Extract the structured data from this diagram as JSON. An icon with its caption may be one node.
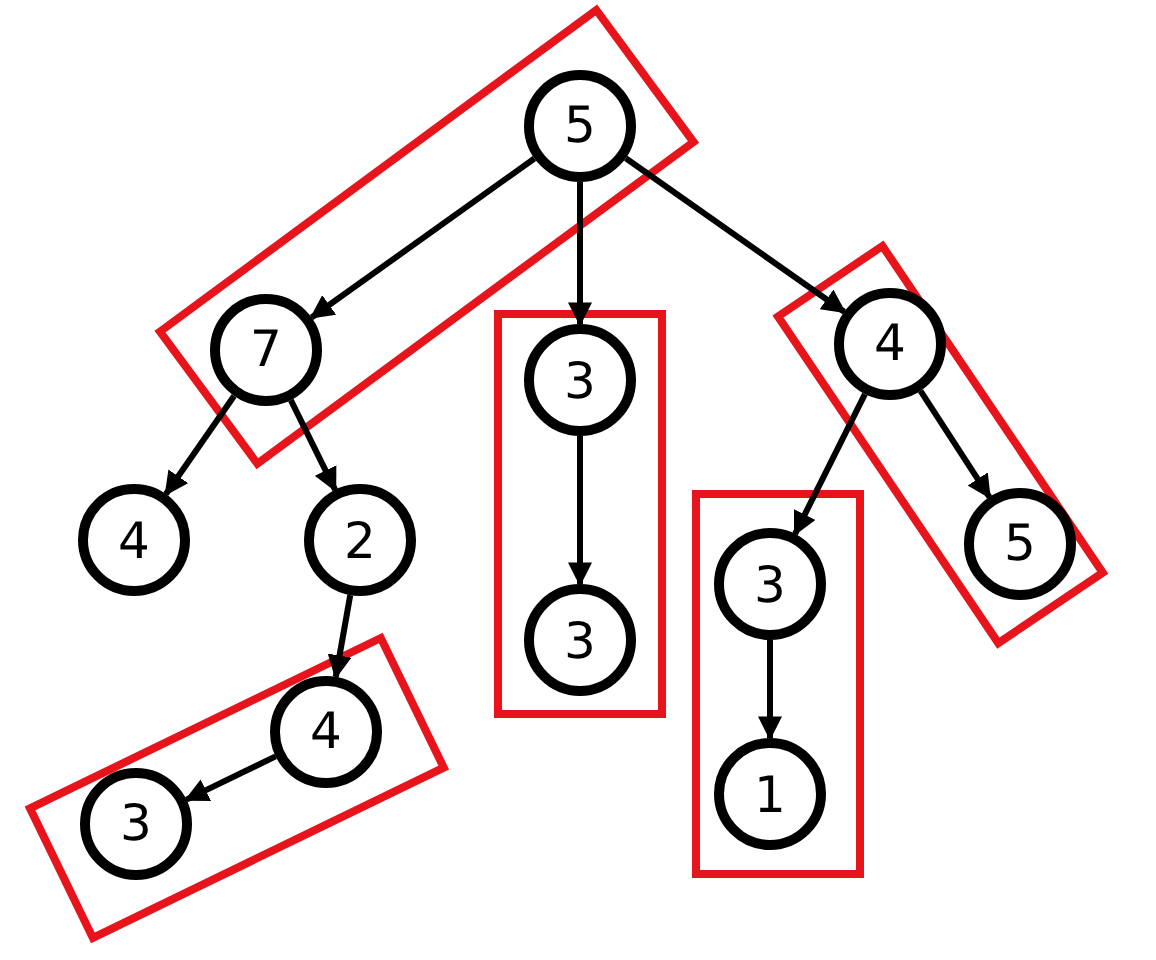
{
  "diagram": {
    "nodes": [
      {
        "text": [],
        "shape": "box"
      },
      {
        "text": [
          "5"
        ],
        "in": 0
      },
      {
        "text": [
          "7"
        ],
        "in": 0
      },
      {
        "text": [],
        "shape": "box"
      },
      {
        "text": [
          "3"
        ],
        "in": 3
      },
      {
        "text": [
          "3"
        ],
        "in": 3
      },
      {
        "text": [],
        "shape": "box"
      },
      {
        "text": [
          "4"
        ],
        "in": 6
      },
      {
        "text": [
          "5"
        ],
        "in": 6
      },
      {
        "text": [
          "4"
        ]
      },
      {
        "text": [
          "2"
        ]
      },
      {
        "text": [],
        "shape": "box"
      },
      {
        "text": [
          "3"
        ],
        "in": 11
      },
      {
        "text": [
          "1"
        ],
        "in": 11
      },
      {
        "text": [],
        "shape": "box"
      },
      {
        "text": [
          "4"
        ],
        "in": 14
      },
      {
        "text": [
          "3"
        ],
        "in": 14
      }
    ],
    "edges": [
      {
        "from": 1,
        "to": 2,
        "arrow": "to"
      },
      {
        "from": 1,
        "to": 4,
        "arrow": "to"
      },
      {
        "from": 1,
        "to": 7,
        "arrow": "to"
      },
      {
        "from": 2,
        "to": 9,
        "arrow": "to"
      },
      {
        "from": 2,
        "to": 10,
        "arrow": "to"
      },
      {
        "from": 4,
        "to": 5,
        "arrow": "to"
      },
      {
        "from": 7,
        "to": 12,
        "arrow": "to"
      },
      {
        "from": 7,
        "to": 8,
        "arrow": "to"
      },
      {
        "from": 10,
        "to": 15,
        "arrow": "to"
      },
      {
        "from": 15,
        "to": 16,
        "arrow": "to"
      },
      {
        "from": 12,
        "to": 13,
        "arrow": "to"
      }
    ]
  }
}
